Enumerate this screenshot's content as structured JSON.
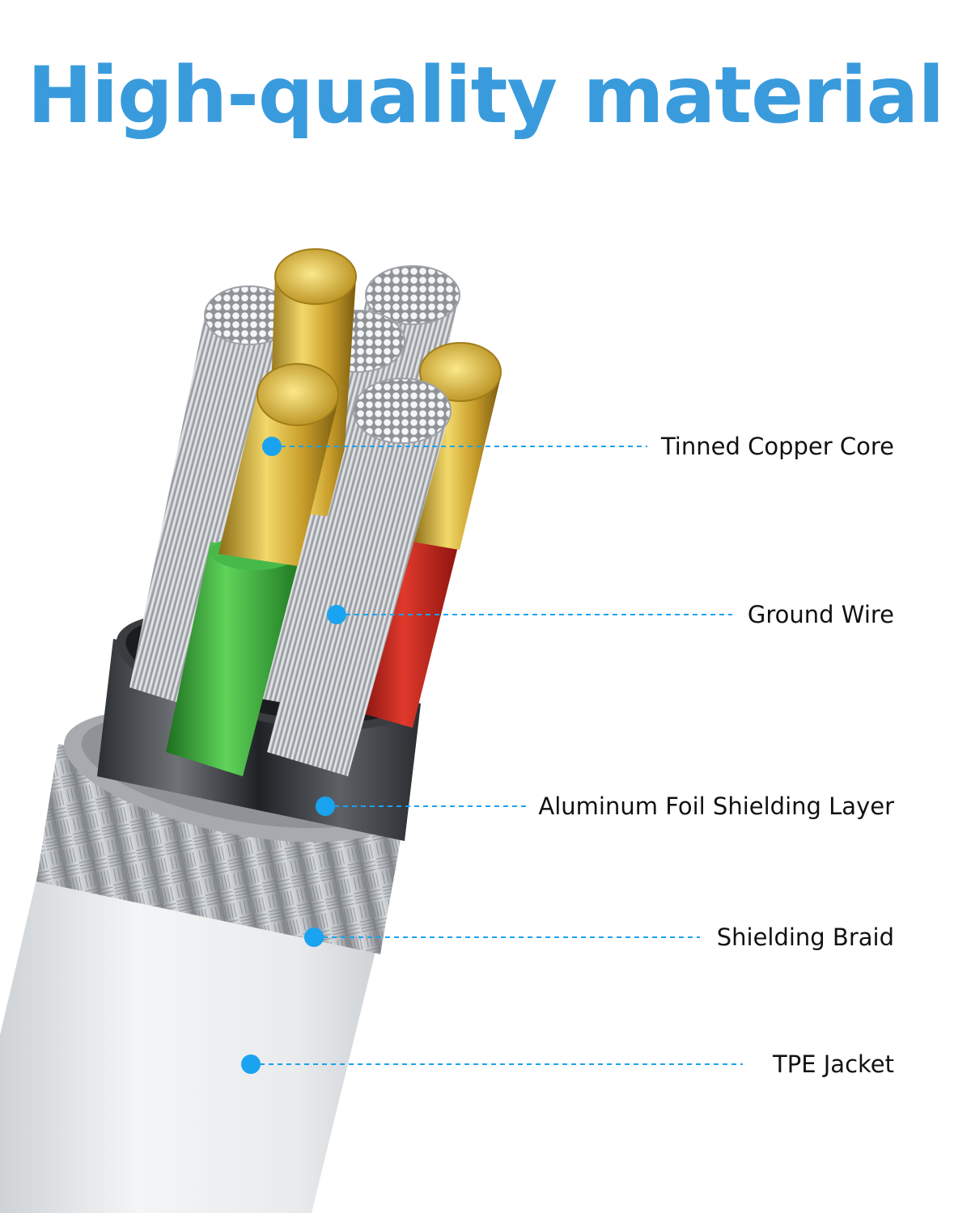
{
  "title": "High-quality material",
  "accent_color": "#3a9bdc",
  "dot_color": "#1aa3f0",
  "labels": {
    "tinned_copper_core": "Tinned Copper Core",
    "ground_wire": "Ground Wire",
    "aluminum_foil": "Aluminum Foil Shielding Layer",
    "shielding_braid": "Shielding Braid",
    "tpe_jacket": "TPE Jacket"
  },
  "wire_colors": {
    "green": "#2fa12f",
    "red": "#c8221a",
    "gold": "#d6b03a"
  }
}
